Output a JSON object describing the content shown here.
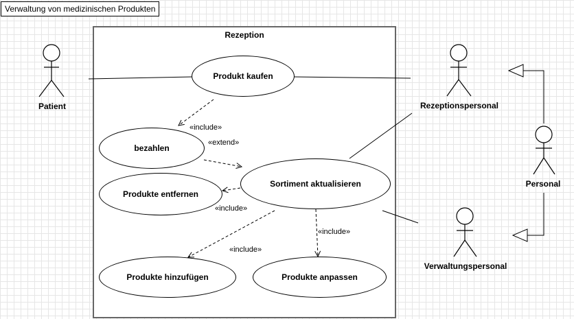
{
  "title": "Verwaltung von medizinischen Produkten",
  "system": {
    "label": "Rezeption"
  },
  "use_cases": {
    "produkt_kaufen": "Produkt kaufen",
    "bezahlen": "bezahlen",
    "sortiment_aktualisieren": "Sortiment aktualisieren",
    "produkte_entfernen": "Produkte entfernen",
    "produkte_hinzufuegen": "Produkte hinzufügen",
    "produkte_anpassen": "Produkte anpassen"
  },
  "actors": {
    "patient": "Patient",
    "rezeptionspersonal": "Rezeptionspersonal",
    "personal": "Personal",
    "verwaltungspersonal": "Verwaltungspersonal"
  },
  "stereotypes": {
    "include_bezahlen": "«include»",
    "extend": "«extend»",
    "include_entfernen": "«include»",
    "include_hinzufuegen": "«include»",
    "include_anpassen": "«include»"
  }
}
